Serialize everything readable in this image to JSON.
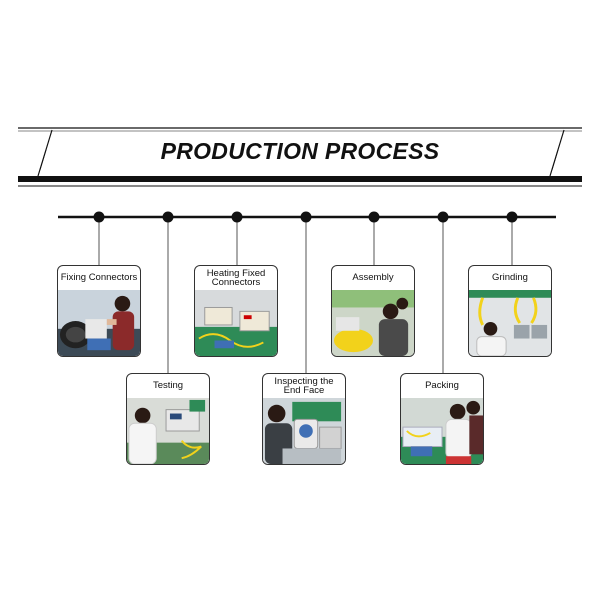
{
  "title": "PRODUCTION PROCESS",
  "steps": [
    {
      "label": "Fixing Connectors"
    },
    {
      "label": "Testing"
    },
    {
      "label": "Heating Fixed Connectors"
    },
    {
      "label": "Inspecting the End Face"
    },
    {
      "label": "Assembly"
    },
    {
      "label": "Packing"
    },
    {
      "label": "Grinding"
    }
  ],
  "colors": {
    "line": "#111111",
    "bench_green": "#2e8b57",
    "fiber_yellow": "#f2d21b",
    "blue_tray": "#3f6fb5"
  }
}
